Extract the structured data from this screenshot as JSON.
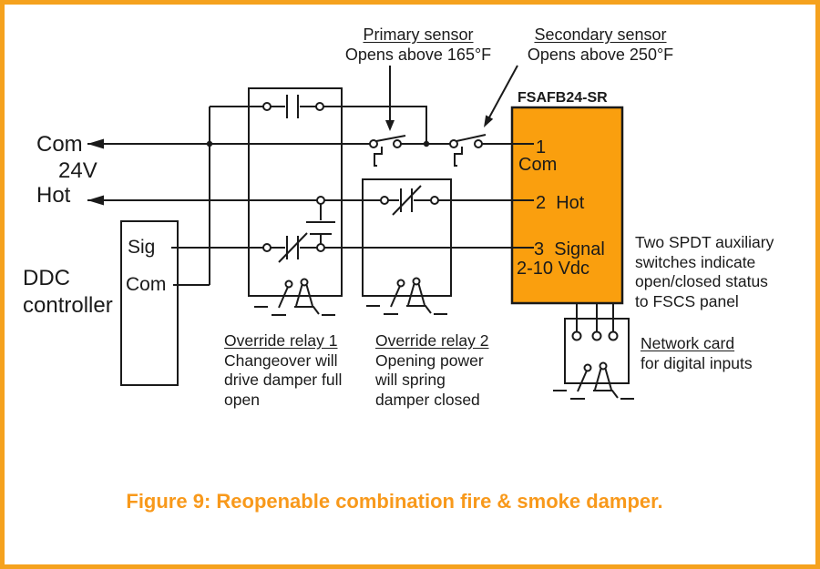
{
  "colors": {
    "frame": "#F5A21E",
    "actuator_fill": "#FA9F0E",
    "caption": "#F8991B",
    "line": "#1A1A1A"
  },
  "sensors": {
    "primary": {
      "title": "Primary sensor",
      "desc": "Opens above 165°F"
    },
    "secondary": {
      "title": "Secondary sensor",
      "desc": "Opens above 250°F"
    }
  },
  "power": {
    "com": "Com",
    "voltage": "24V",
    "hot": "Hot"
  },
  "ddc": {
    "label_line1": "DDC",
    "label_line2": "controller",
    "sig": "Sig",
    "com": "Com"
  },
  "actuator": {
    "model": "FSAFB24-SR",
    "terminal1_num": "1",
    "terminal1_label": "Com",
    "terminal2": "2  Hot",
    "terminal3": "3  Signal",
    "terminal3_range": "2-10 Vdc"
  },
  "aux_note": {
    "line1": "Two SPDT auxiliary",
    "line2": "switches indicate",
    "line3": "open/closed status",
    "line4": "to FSCS panel"
  },
  "network_card": {
    "title": "Network card",
    "desc": "for digital inputs"
  },
  "override_relay1": {
    "title": "Override relay 1",
    "line1": "Changeover will",
    "line2": "drive damper full",
    "line3": "open"
  },
  "override_relay2": {
    "title": "Override relay 2",
    "line1": "Opening power",
    "line2": "will spring",
    "line3": "damper closed"
  },
  "caption": "Figure 9: Reopenable combination fire & smoke damper."
}
